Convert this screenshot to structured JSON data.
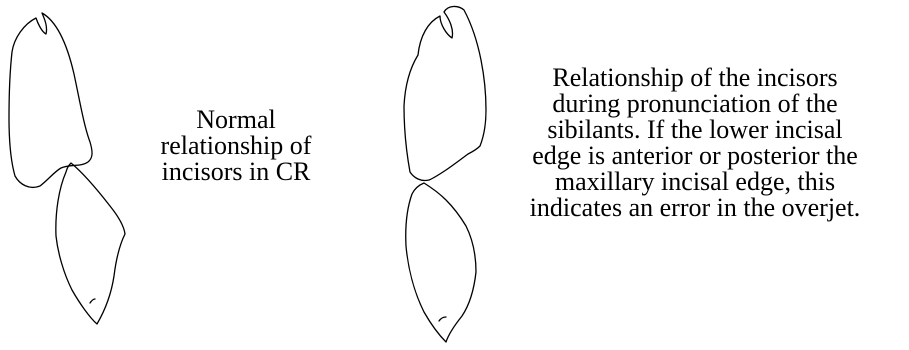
{
  "left_panel": {
    "caption_lines": [
      "Normal",
      "relationship of",
      "incisors in CR"
    ]
  },
  "right_panel": {
    "caption_lines": [
      "Relationship of the incisors",
      "during pronunciation of the",
      "sibilants. If the lower incisal",
      "edge is anterior or posterior the",
      "maxillary incisal edge, this",
      "indicates an error in the overjet."
    ]
  }
}
